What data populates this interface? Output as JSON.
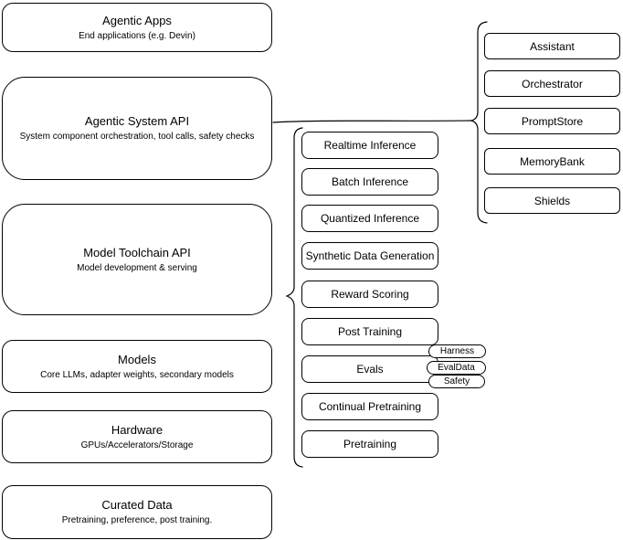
{
  "diagram": {
    "stack": [
      {
        "title": "Agentic Apps",
        "subtitle": "End applications (e.g. Devin)"
      },
      {
        "title": "Agentic System API",
        "subtitle": "System component orchestration, tool calls, safety checks"
      },
      {
        "title": "Model Toolchain API",
        "subtitle": "Model development & serving"
      },
      {
        "title": "Models",
        "subtitle": "Core LLMs, adapter weights, secondary models"
      },
      {
        "title": "Hardware",
        "subtitle": "GPUs/Accelerators/Storage"
      },
      {
        "title": "Curated Data",
        "subtitle": "Pretraining, preference, post training."
      }
    ],
    "toolchain": [
      "Realtime Inference",
      "Batch Inference",
      "Quantized Inference",
      "Synthetic Data Generation",
      "Reward Scoring",
      "Post Training",
      "Evals",
      "Continual Pretraining",
      "Pretraining"
    ],
    "eval_tags": [
      "Harness",
      "EvalData",
      "Safety"
    ],
    "system_components": [
      "Assistant",
      "Orchestrator",
      "PromptStore",
      "MemoryBank",
      "Shields"
    ],
    "colors": {
      "stroke": "#000000",
      "fill": "#ffffff",
      "text": "#000000",
      "background": "#ffffff"
    }
  }
}
